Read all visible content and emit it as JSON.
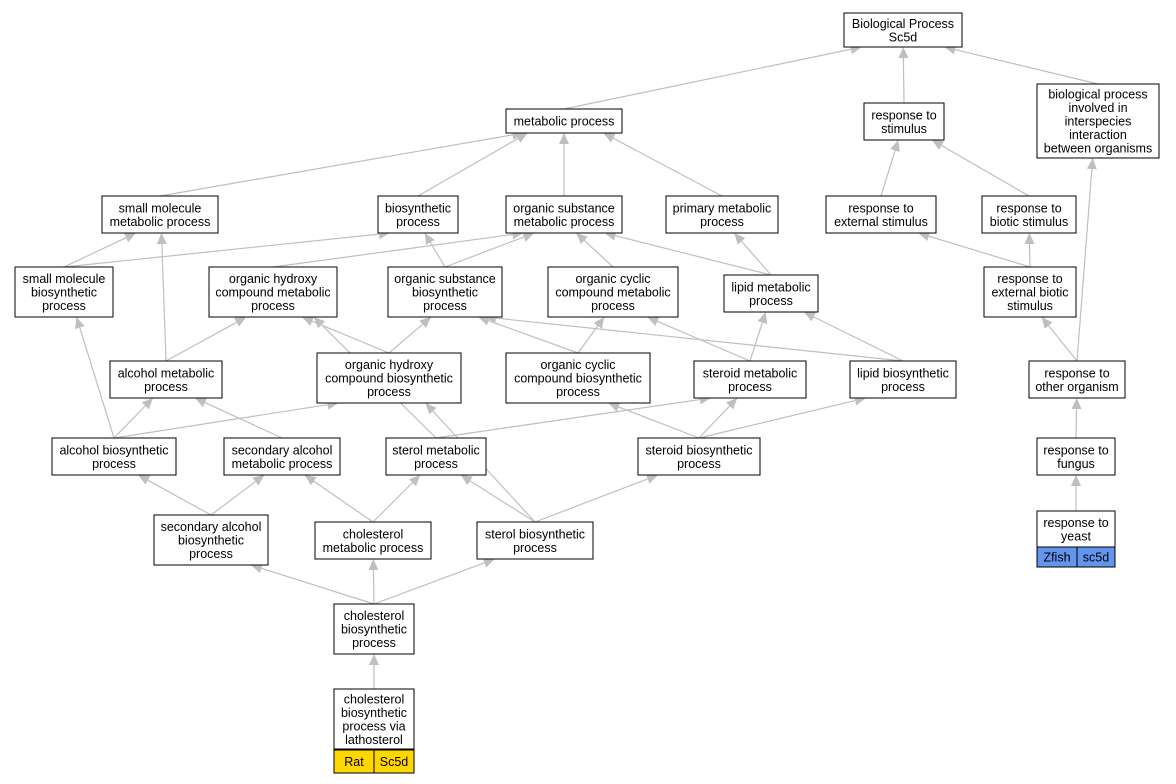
{
  "nodes": {
    "bp": {
      "lines": [
        "Biological Process",
        "Sc5d"
      ]
    },
    "metabolic": {
      "lines": [
        "metabolic process"
      ]
    },
    "response_stimulus": {
      "lines": [
        "response to",
        "stimulus"
      ]
    },
    "interspecies": {
      "lines": [
        "biological process",
        "involved in",
        "interspecies",
        "interaction",
        "between organisms"
      ]
    },
    "small_mol_met": {
      "lines": [
        "small molecule",
        "metabolic process"
      ]
    },
    "biosynthetic": {
      "lines": [
        "biosynthetic",
        "process"
      ]
    },
    "org_sub_met": {
      "lines": [
        "organic substance",
        "metabolic process"
      ]
    },
    "primary_met": {
      "lines": [
        "primary metabolic",
        "process"
      ]
    },
    "resp_ext": {
      "lines": [
        "response to",
        "external stimulus"
      ]
    },
    "resp_biotic": {
      "lines": [
        "response to",
        "biotic stimulus"
      ]
    },
    "small_mol_bio": {
      "lines": [
        "small molecule",
        "biosynthetic",
        "process"
      ]
    },
    "org_hydroxy_met": {
      "lines": [
        "organic hydroxy",
        "compound metabolic",
        "process"
      ]
    },
    "org_sub_bio": {
      "lines": [
        "organic substance",
        "biosynthetic",
        "process"
      ]
    },
    "org_cyclic_met": {
      "lines": [
        "organic cyclic",
        "compound metabolic",
        "process"
      ]
    },
    "lipid_met": {
      "lines": [
        "lipid metabolic",
        "process"
      ]
    },
    "resp_ext_biotic": {
      "lines": [
        "response to",
        "external biotic",
        "stimulus"
      ]
    },
    "alcohol_met": {
      "lines": [
        "alcohol metabolic",
        "process"
      ]
    },
    "org_hydroxy_bio": {
      "lines": [
        "organic hydroxy",
        "compound biosynthetic",
        "process"
      ]
    },
    "org_cyclic_bio": {
      "lines": [
        "organic cyclic",
        "compound biosynthetic",
        "process"
      ]
    },
    "steroid_met": {
      "lines": [
        "steroid metabolic",
        "process"
      ]
    },
    "lipid_bio": {
      "lines": [
        "lipid biosynthetic",
        "process"
      ]
    },
    "resp_other": {
      "lines": [
        "response to",
        "other organism"
      ]
    },
    "alcohol_bio": {
      "lines": [
        "alcohol biosynthetic",
        "process"
      ]
    },
    "sec_alcohol_met": {
      "lines": [
        "secondary alcohol",
        "metabolic process"
      ]
    },
    "sterol_met": {
      "lines": [
        "sterol metabolic",
        "process"
      ]
    },
    "steroid_bio": {
      "lines": [
        "steroid biosynthetic",
        "process"
      ]
    },
    "resp_fungus": {
      "lines": [
        "response to",
        "fungus"
      ]
    },
    "sec_alcohol_bio": {
      "lines": [
        "secondary alcohol",
        "biosynthetic",
        "process"
      ]
    },
    "chol_met": {
      "lines": [
        "cholesterol",
        "metabolic process"
      ]
    },
    "sterol_bio": {
      "lines": [
        "sterol biosynthetic",
        "process"
      ]
    },
    "resp_yeast": {
      "lines": [
        "response to",
        "yeast"
      ]
    },
    "chol_bio": {
      "lines": [
        "cholesterol",
        "biosynthetic",
        "process"
      ]
    },
    "chol_bio_lath": {
      "lines": [
        "cholesterol",
        "biosynthetic",
        "process via",
        "lathosterol"
      ]
    }
  },
  "tags": {
    "rat": {
      "label": "Rat",
      "color": "#ffd700"
    },
    "rat_gene": {
      "label": "Sc5d",
      "color": "#ffd700"
    },
    "zfish": {
      "label": "Zfish",
      "color": "#6495ed"
    },
    "zfish_gene": {
      "label": "sc5d",
      "color": "#6495ed"
    }
  },
  "edges": [
    [
      "metabolic",
      "bp"
    ],
    [
      "response_stimulus",
      "bp"
    ],
    [
      "interspecies",
      "bp"
    ],
    [
      "small_mol_met",
      "metabolic"
    ],
    [
      "biosynthetic",
      "metabolic"
    ],
    [
      "org_sub_met",
      "metabolic"
    ],
    [
      "primary_met",
      "metabolic"
    ],
    [
      "resp_ext",
      "response_stimulus"
    ],
    [
      "resp_biotic",
      "response_stimulus"
    ],
    [
      "small_mol_bio",
      "small_mol_met"
    ],
    [
      "small_mol_bio",
      "biosynthetic"
    ],
    [
      "org_hydroxy_met",
      "org_sub_met"
    ],
    [
      "org_sub_bio",
      "biosynthetic"
    ],
    [
      "org_sub_bio",
      "org_sub_met"
    ],
    [
      "org_cyclic_met",
      "org_sub_met"
    ],
    [
      "lipid_met",
      "org_sub_met"
    ],
    [
      "lipid_met",
      "primary_met"
    ],
    [
      "resp_ext_biotic",
      "resp_ext"
    ],
    [
      "resp_ext_biotic",
      "resp_biotic"
    ],
    [
      "alcohol_met",
      "small_mol_met"
    ],
    [
      "alcohol_met",
      "org_hydroxy_met"
    ],
    [
      "org_hydroxy_bio",
      "org_hydroxy_met"
    ],
    [
      "org_hydroxy_bio",
      "org_sub_bio"
    ],
    [
      "org_cyclic_bio",
      "org_sub_bio"
    ],
    [
      "org_cyclic_bio",
      "org_cyclic_met"
    ],
    [
      "steroid_met",
      "org_cyclic_met"
    ],
    [
      "steroid_met",
      "lipid_met"
    ],
    [
      "lipid_bio",
      "lipid_met"
    ],
    [
      "lipid_bio",
      "org_sub_bio"
    ],
    [
      "resp_other",
      "resp_ext_biotic"
    ],
    [
      "resp_other",
      "interspecies"
    ],
    [
      "alcohol_bio",
      "small_mol_bio"
    ],
    [
      "alcohol_bio",
      "alcohol_met"
    ],
    [
      "alcohol_bio",
      "org_hydroxy_bio"
    ],
    [
      "sec_alcohol_met",
      "alcohol_met"
    ],
    [
      "sterol_met",
      "org_hydroxy_met"
    ],
    [
      "sterol_met",
      "steroid_met"
    ],
    [
      "steroid_bio",
      "org_cyclic_bio"
    ],
    [
      "steroid_bio",
      "steroid_met"
    ],
    [
      "steroid_bio",
      "lipid_bio"
    ],
    [
      "resp_fungus",
      "resp_other"
    ],
    [
      "sec_alcohol_bio",
      "alcohol_bio"
    ],
    [
      "sec_alcohol_bio",
      "sec_alcohol_met"
    ],
    [
      "chol_met",
      "sec_alcohol_met"
    ],
    [
      "chol_met",
      "sterol_met"
    ],
    [
      "sterol_bio",
      "sterol_met"
    ],
    [
      "sterol_bio",
      "steroid_bio"
    ],
    [
      "sterol_bio",
      "org_hydroxy_bio"
    ],
    [
      "resp_yeast",
      "resp_fungus"
    ],
    [
      "chol_bio",
      "sec_alcohol_bio"
    ],
    [
      "chol_bio",
      "chol_met"
    ],
    [
      "chol_bio",
      "sterol_bio"
    ],
    [
      "chol_bio_lath",
      "chol_bio"
    ]
  ]
}
